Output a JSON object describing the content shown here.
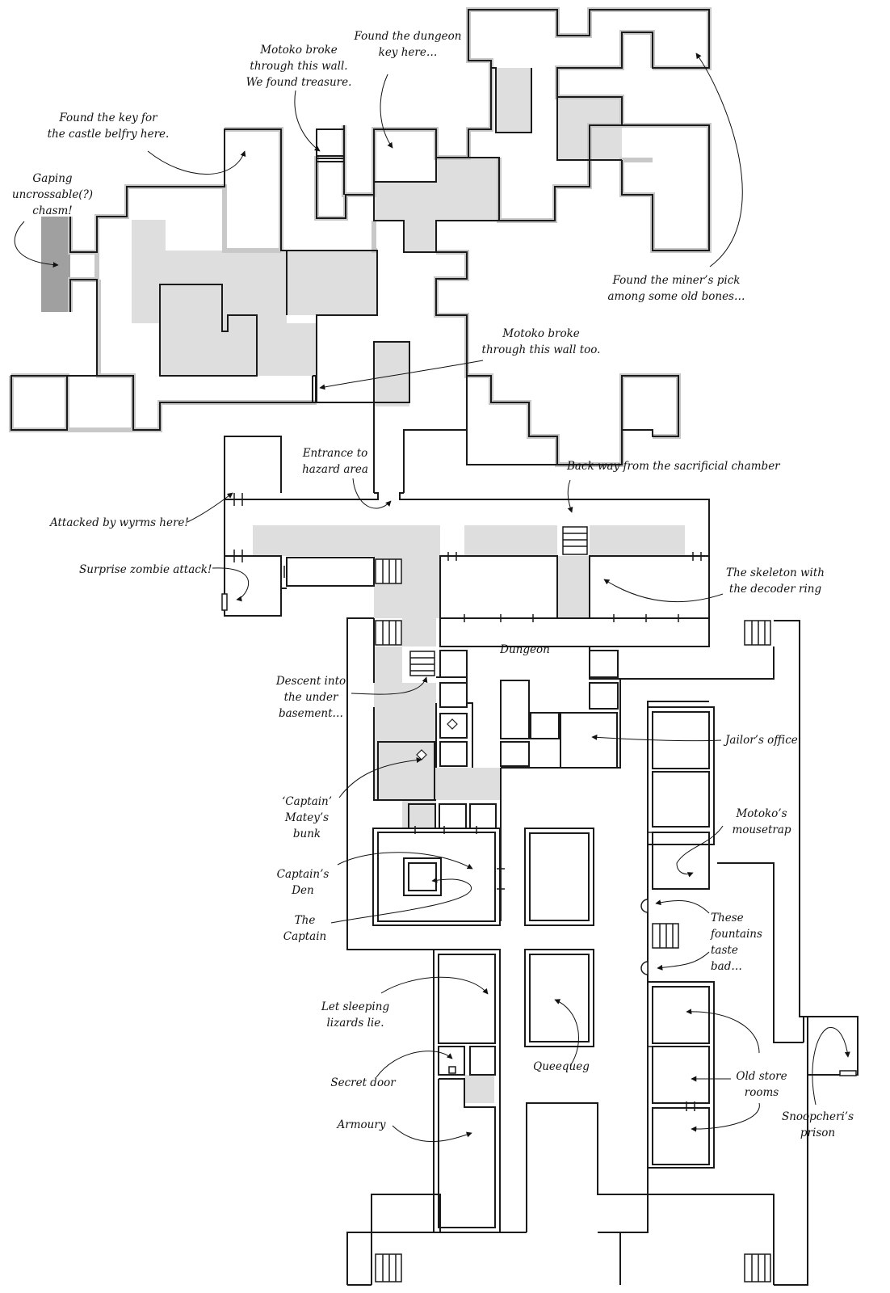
{
  "annotations": {
    "belfry_key": "Found the key for\nthe castle belfry here.",
    "chasm": "Gaping\nuncrossable(?)\nchasm!",
    "wall_treasure": "Motoko broke\nthrough this wall.\nWe found treasure.",
    "dungeon_key": "Found the dungeon\nkey here…",
    "miners_pick": "Found the miner’s pick\namong some old bones…",
    "wall_too": "Motoko broke\nthrough this wall too.",
    "entrance_hazard": "Entrance to\nhazard area",
    "back_way": "Back way from the sacrificial chamber",
    "wyrms": "Attacked by wyrms here!",
    "zombie": "Surprise zombie attack!",
    "skeleton": "The skeleton with\nthe decoder ring",
    "dungeon": "Dungeon",
    "descent": "Descent into\nthe under\nbasement…",
    "jailor": "Jailor’s office",
    "matey": "‘Captain’\nMatey’s\nbunk",
    "mousetrap": "Motoko’s\nmousetrap",
    "captains_den": "Captain’s\nDen",
    "the_captain": "The\nCaptain",
    "fountains": "These\nfountains\ntaste\nbad…",
    "lizards": "Let sleeping\nlizards lie.",
    "secret_door": "Secret door",
    "queequeg": "Queequeg",
    "store_rooms": "Old store\nrooms",
    "armoury": "Armoury",
    "snoopcheri": "Snoopcheri’s\nprison"
  },
  "colors": {
    "wall": "#1a1a1a",
    "wall_halo": "#c8c8c8",
    "hazard_floor": "#dedede",
    "chasm": "#a0a0a0",
    "floor": "#ffffff"
  },
  "icons": [
    "stairs-icon",
    "door-icon",
    "fountain-icon",
    "diamond-marker-icon",
    "arrow-icon"
  ]
}
